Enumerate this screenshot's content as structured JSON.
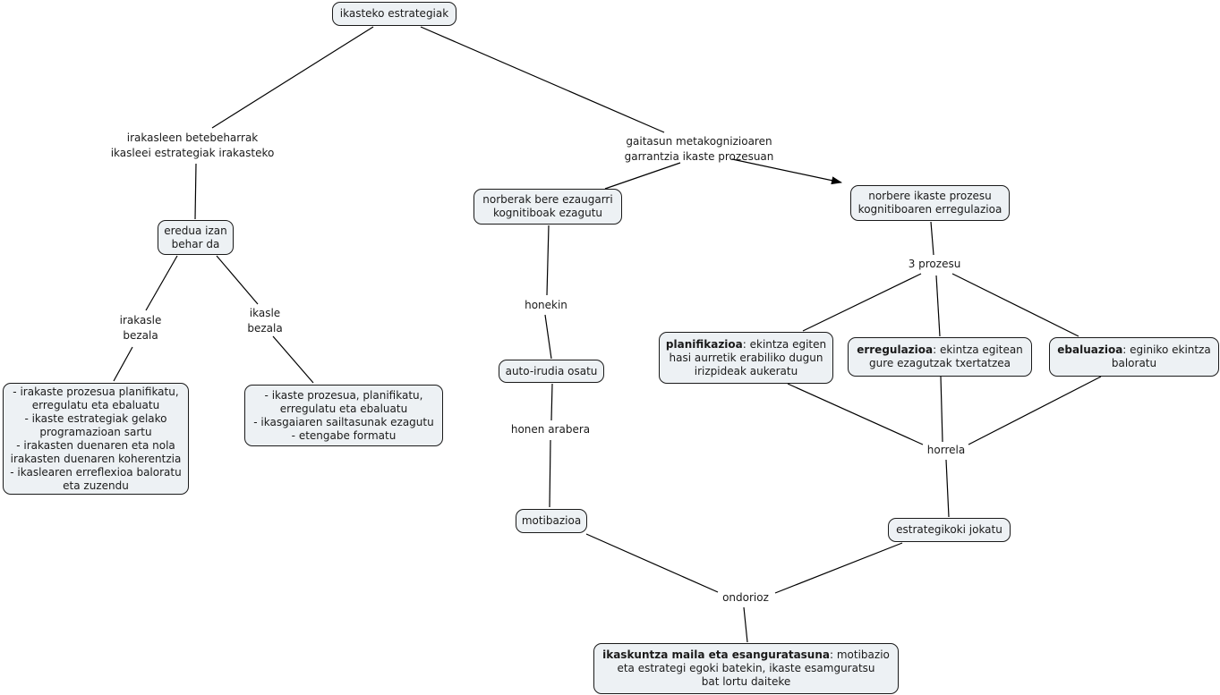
{
  "colors": {
    "background": "#ffffff",
    "node_fill": "#edf1f4",
    "node_border": "#1a1a1a",
    "line": "#000000",
    "text": "#1a1a1a"
  },
  "nodes": {
    "root": {
      "label": "ikasteko estrategiak"
    },
    "eredua": {
      "label": "eredua izan\nbehar da"
    },
    "irakasle_list": {
      "label": "- irakaste prozesua planifikatu,\nerregulatu eta ebaluatu\n- ikaste estrategiak gelako\nprogramazioan sartu\n- irakasten duenaren eta nola\nirakasten duenaren koherentzia\n- ikaslearen erreflexioa baloratu\neta zuzendu"
    },
    "ikasle_list": {
      "label": "- ikaste prozesua, planifikatu,\nerregulatu eta ebaluatu\n- ikasgaiaren sailtasunak ezagutu\n- etengabe formatu"
    },
    "norberak": {
      "label": "norberak bere ezaugarri\nkognitiboak ezagutu"
    },
    "norbere": {
      "label": "norbere ikaste prozesu\nkognitiboaren erregulazioa"
    },
    "auto_irudia": {
      "label": "auto-irudia osatu"
    },
    "motibazioa": {
      "label": "motibazioa"
    },
    "planifikazioa": {
      "term": "planifikazioa",
      "rest": ": ekintza egiten\nhasi aurretik erabiliko dugun\nirizpideak aukeratu"
    },
    "erregulazioa": {
      "term": "erregulazioa",
      "rest": ": ekintza egitean\ngure ezagutzak txertatzea"
    },
    "ebaluazioa": {
      "term": "ebaluazioa",
      "rest": ": eginiko ekintza\nbaloratu"
    },
    "estrategikoki": {
      "label": "estrategikoki jokatu"
    },
    "ikaskuntza": {
      "term": "ikaskuntza maila eta esanguratasuna",
      "rest": ": motibazio\neta estrategi egoki batekin, ikaste esamguratsu\nbat lortu daiteke"
    }
  },
  "links": {
    "irakasleen": "irakasleen betebeharrak\nikasleei estrategiak irakasteko",
    "gaitasun": "gaitasun metakognizioaren\ngarrantzia ikaste prozesuan",
    "irakasle_bezala": "irakasle\nbezala",
    "ikasle_bezala": "ikasle\nbezala",
    "honekin": "honekin",
    "prozesu3": "3 prozesu",
    "honen_arabera": "honen arabera",
    "horrela": "horrela",
    "ondorioz": "ondorioz"
  }
}
